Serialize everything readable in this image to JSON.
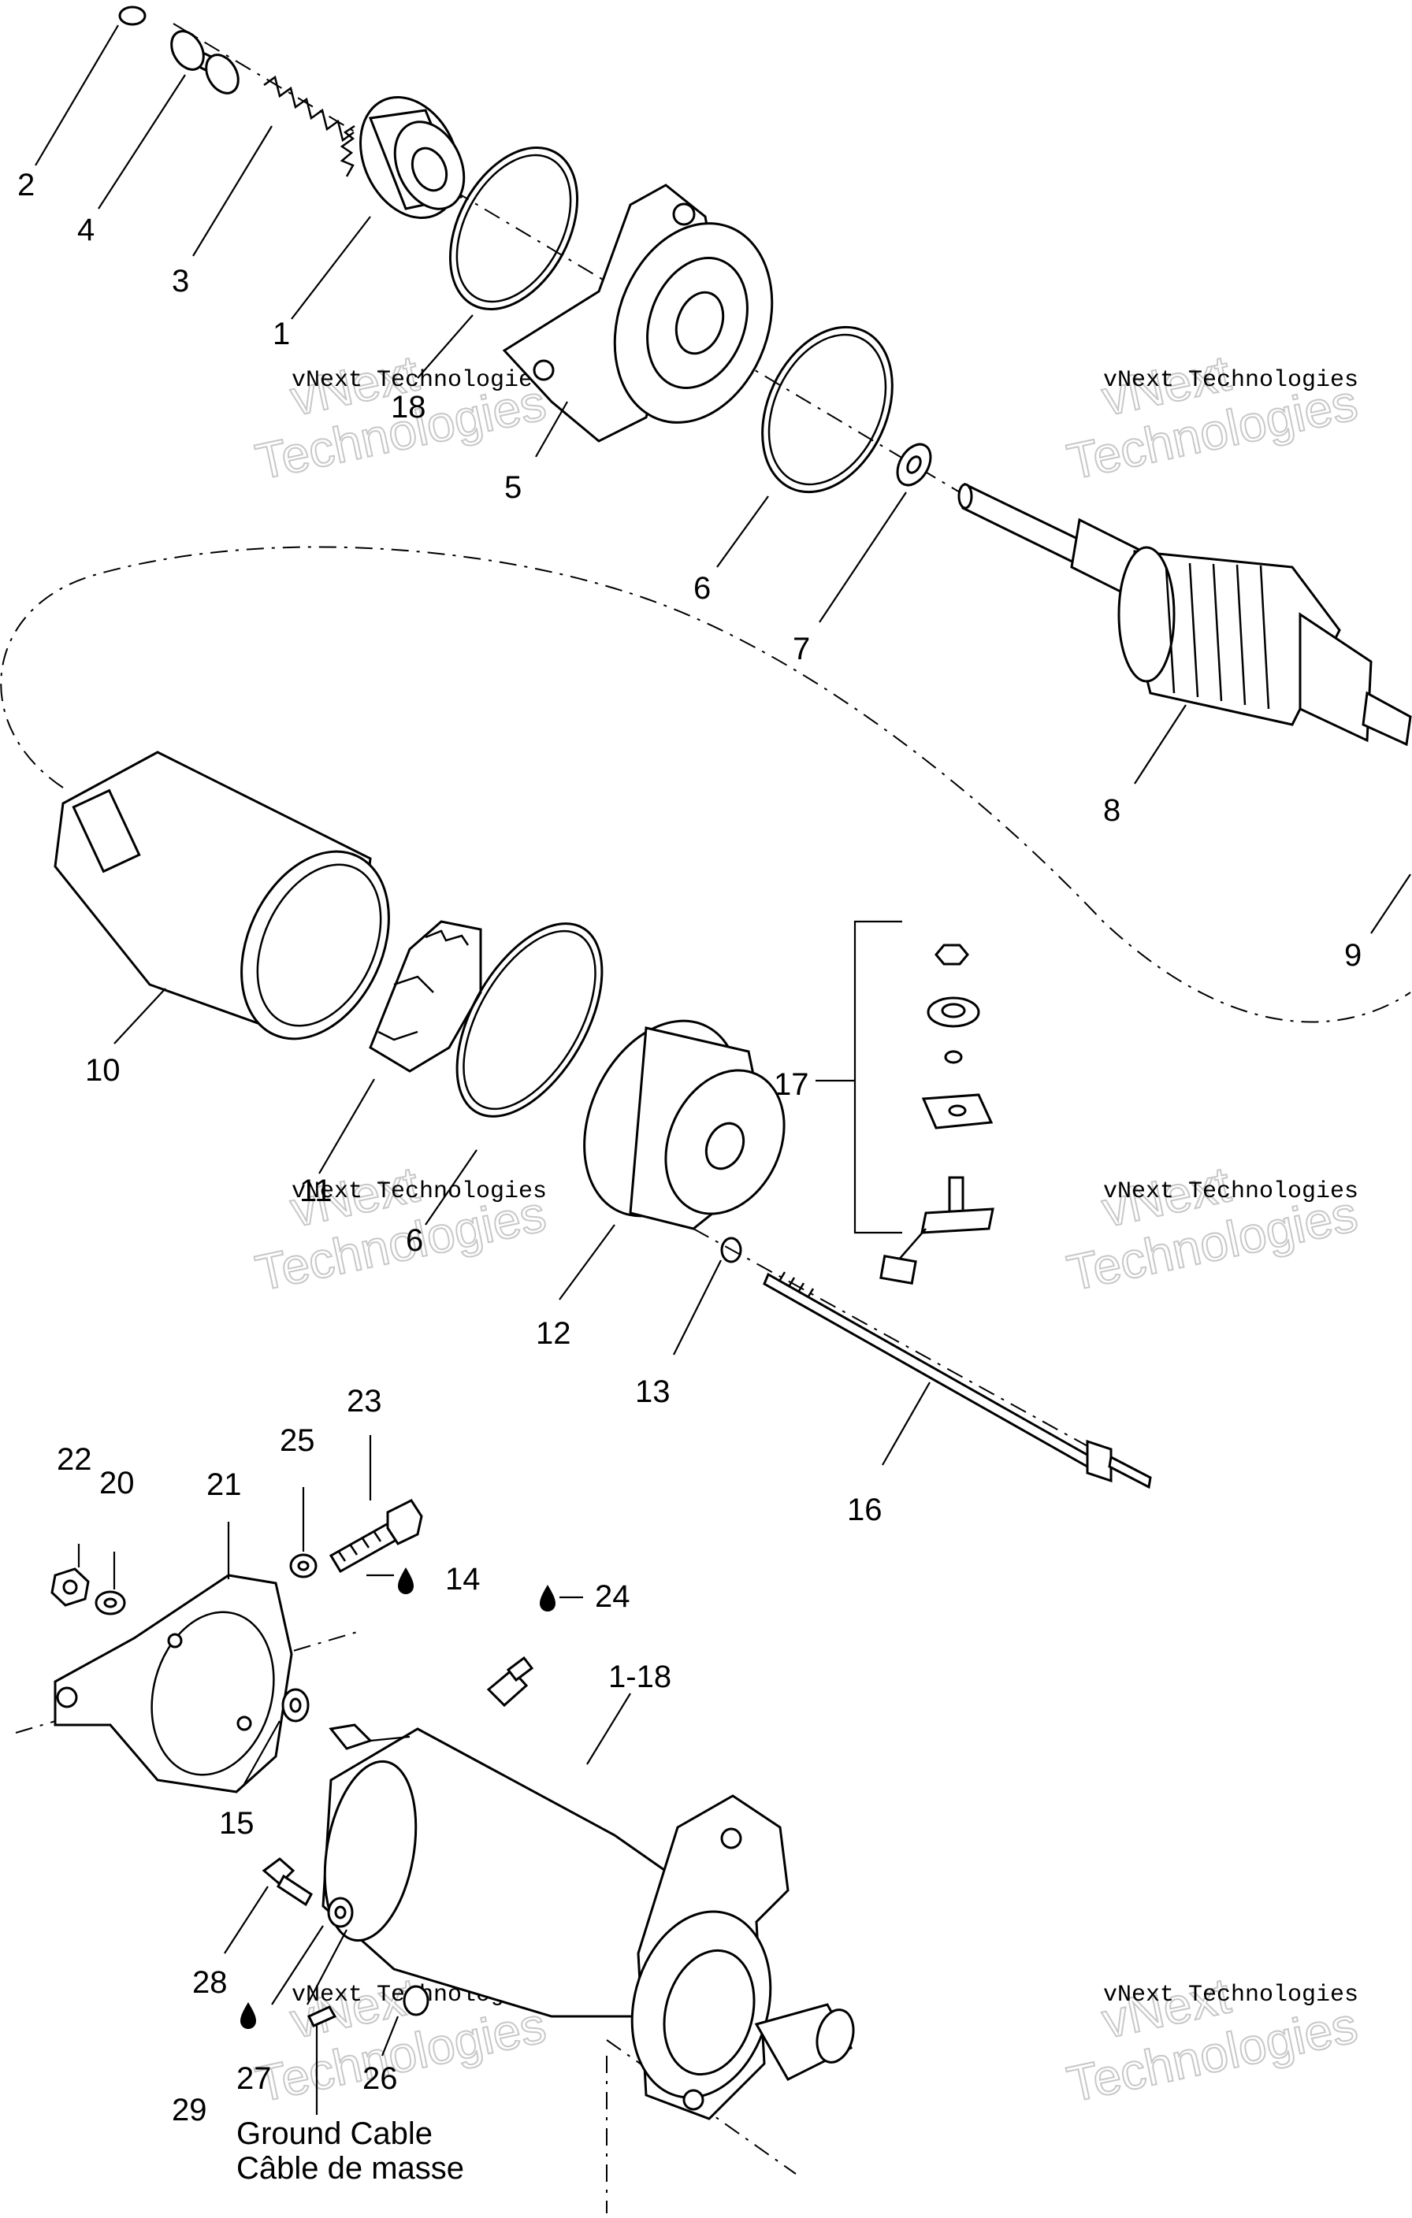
{
  "callouts": {
    "c1": "1",
    "c2": "2",
    "c3": "3",
    "c4": "4",
    "c5": "5",
    "c6a": "6",
    "c6b": "6",
    "c7": "7",
    "c8": "8",
    "c9": "9",
    "c10": "10",
    "c11": "11",
    "c12": "12",
    "c13": "13",
    "c14": "14",
    "c15": "15",
    "c16": "16",
    "c17": "17",
    "c18": "18",
    "c20": "20",
    "c21": "21",
    "c22": "22",
    "c23": "23",
    "c24": "24",
    "c25": "25",
    "c26": "26",
    "c27": "27",
    "c28": "28",
    "c29": "29",
    "c1_18": "1-18"
  },
  "caption": {
    "line1": "Ground Cable",
    "line2": "Câble de masse"
  },
  "watermark": {
    "line1": "vNext",
    "line2": "Technologies",
    "full": "vNext Technologies"
  },
  "icons": {
    "lubricant": "oil-drop-icon"
  }
}
